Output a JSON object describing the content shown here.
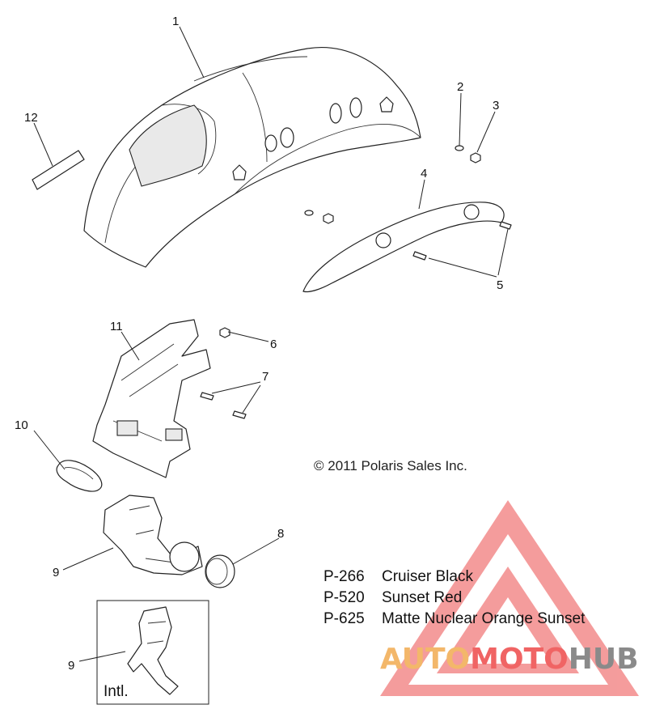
{
  "callouts": {
    "c1": "1",
    "c2": "2",
    "c3": "3",
    "c4": "4",
    "c5": "5",
    "c6": "6",
    "c7": "7",
    "c8": "8",
    "c9a": "9",
    "c9b": "9",
    "c10": "10",
    "c11": "11",
    "c12": "12"
  },
  "copyright": "© 2011 Polaris Sales Inc.",
  "legend": [
    {
      "code": "P-266",
      "name": "Cruiser Black"
    },
    {
      "code": "P-520",
      "name": "Sunset Red"
    },
    {
      "code": "P-625",
      "name": "Matte Nuclear Orange Sunset"
    }
  ],
  "intl_label": "Intl.",
  "watermark": {
    "part1": "AUTO",
    "part2": "MOTO",
    "part3": "HUB",
    "color_orange": "#f3b76a",
    "color_red": "#f06464",
    "color_gray": "#8a8a8a"
  }
}
